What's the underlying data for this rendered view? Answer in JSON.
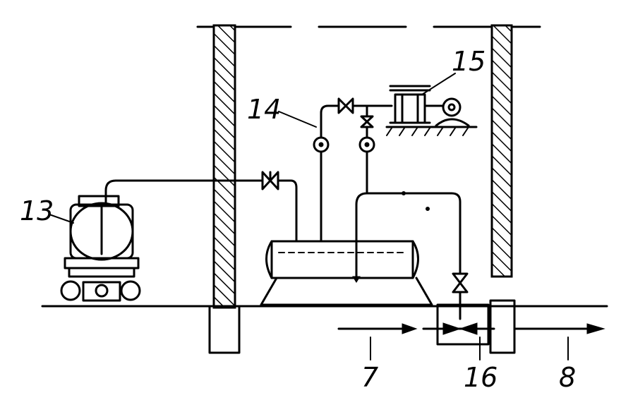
{
  "labels": {
    "tank_car": "13",
    "level_gauges": "14",
    "pump_unit": "15",
    "injector": "16",
    "inlet": "7",
    "outlet": "8"
  }
}
